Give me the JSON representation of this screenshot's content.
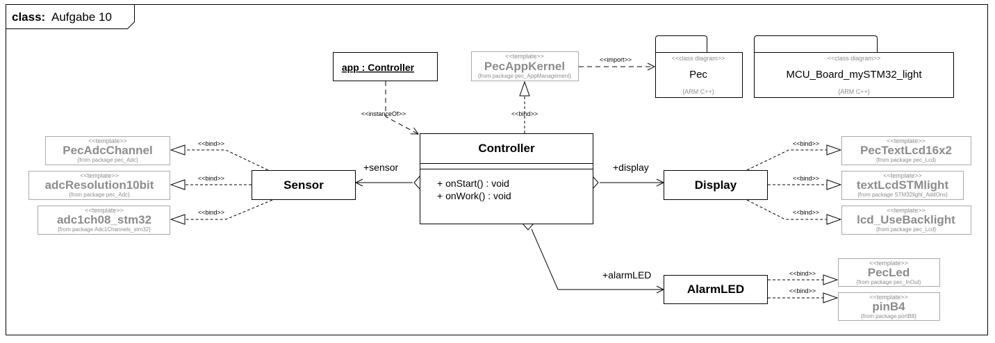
{
  "frame": {
    "keyword": "class:",
    "name": "Aufgabe 10"
  },
  "object": {
    "label": "app : Controller"
  },
  "kernel": {
    "stereotype": "<<template>>",
    "name": "PecAppKernel",
    "origin": "{from package pec_AppManagement}"
  },
  "packages": [
    {
      "stereotype": "<<class diagram>>",
      "name": "Pec",
      "note": "{ARM C++}"
    },
    {
      "stereotype": "<<class diagram>>",
      "name": "MCU_Board_mySTM32_light",
      "note": "{ARM C++}"
    }
  ],
  "controller": {
    "name": "Controller",
    "operations": [
      "+ onStart() : void",
      "+ onWork() : void"
    ]
  },
  "sensor": {
    "name": "Sensor"
  },
  "display": {
    "name": "Display"
  },
  "alarm": {
    "name": "AlarmLED"
  },
  "templates_left": [
    {
      "stereotype": "<<template>>",
      "name": "PecAdcChannel",
      "origin": "{from package pec_Adc}"
    },
    {
      "stereotype": "<<template>>",
      "name": "adcResolution10bit",
      "origin": "{from package pec_Adc}"
    },
    {
      "stereotype": "<<template>>",
      "name": "adc1ch08_stm32",
      "origin": "{from package Adc1Channels_stm32}"
    }
  ],
  "templates_right": [
    {
      "stereotype": "<<template>>",
      "name": "PecTextLcd16x2",
      "origin": "{from package pec_Lcd}"
    },
    {
      "stereotype": "<<template>>",
      "name": "textLcdSTMlight",
      "origin": "{from package STM32light_AddOns}"
    },
    {
      "stereotype": "<<template>>",
      "name": "lcd_UseBacklight",
      "origin": "{from package pec_Lcd}"
    }
  ],
  "templates_alarm": [
    {
      "stereotype": "<<template>>",
      "name": "PecLed",
      "origin": "{from package pec_InOut}"
    },
    {
      "stereotype": "<<template>>",
      "name": "pinB4",
      "origin": "{from package portB8}"
    }
  ],
  "labels": {
    "import": "<<import>>",
    "instance_of": "<<instanceOf>>",
    "bind": "<<bind>>",
    "role_sensor": "+sensor",
    "role_display": "+display",
    "role_alarm": "+alarmLED"
  }
}
